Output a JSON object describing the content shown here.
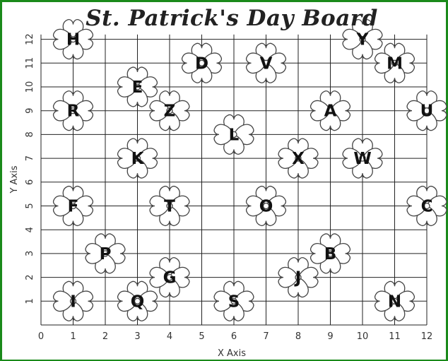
{
  "title": "St. Patrick's Day Board",
  "x_axis_label": "X Axis",
  "y_axis_label": "Y Axis",
  "x_ticks": [
    "0",
    "1",
    "2",
    "3",
    "4",
    "5",
    "6",
    "7",
    "8",
    "9",
    "10",
    "11",
    "12"
  ],
  "y_ticks": [
    "1",
    "2",
    "3",
    "4",
    "5",
    "6",
    "7",
    "8",
    "9",
    "10",
    "11",
    "12"
  ],
  "chart_data": {
    "type": "scatter",
    "x_range": [
      0,
      12
    ],
    "y_range": [
      0,
      12
    ],
    "grid": true,
    "points": [
      {
        "label": "A",
        "x": 9,
        "y": 9
      },
      {
        "label": "B",
        "x": 9,
        "y": 3
      },
      {
        "label": "C",
        "x": 12,
        "y": 5
      },
      {
        "label": "D",
        "x": 5,
        "y": 11
      },
      {
        "label": "E",
        "x": 3,
        "y": 10
      },
      {
        "label": "F",
        "x": 1,
        "y": 5
      },
      {
        "label": "G",
        "x": 4,
        "y": 2
      },
      {
        "label": "H",
        "x": 1,
        "y": 12
      },
      {
        "label": "I",
        "x": 1,
        "y": 1
      },
      {
        "label": "J",
        "x": 8,
        "y": 2
      },
      {
        "label": "K",
        "x": 3,
        "y": 7
      },
      {
        "label": "L",
        "x": 6,
        "y": 8
      },
      {
        "label": "M",
        "x": 11,
        "y": 11
      },
      {
        "label": "N",
        "x": 11,
        "y": 1
      },
      {
        "label": "O",
        "x": 7,
        "y": 5
      },
      {
        "label": "P",
        "x": 2,
        "y": 3
      },
      {
        "label": "Q",
        "x": 3,
        "y": 1
      },
      {
        "label": "R",
        "x": 1,
        "y": 9
      },
      {
        "label": "S",
        "x": 6,
        "y": 1
      },
      {
        "label": "T",
        "x": 4,
        "y": 5
      },
      {
        "label": "U",
        "x": 12,
        "y": 9
      },
      {
        "label": "V",
        "x": 7,
        "y": 11
      },
      {
        "label": "W",
        "x": 10,
        "y": 7
      },
      {
        "label": "X",
        "x": 8,
        "y": 7
      },
      {
        "label": "Y",
        "x": 10,
        "y": 12
      },
      {
        "label": "Z",
        "x": 4,
        "y": 9
      }
    ]
  }
}
